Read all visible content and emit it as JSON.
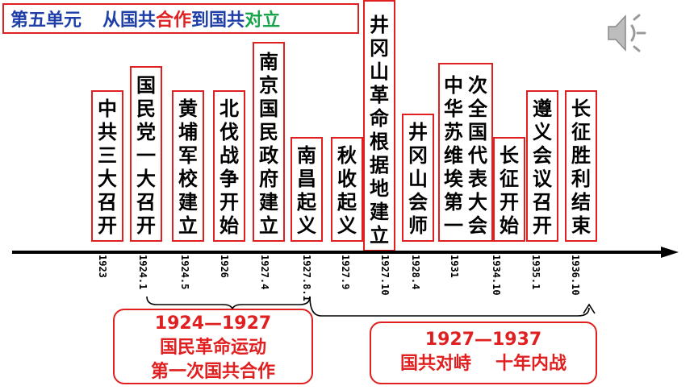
{
  "title": {
    "part1": "第五单元",
    "part2": "从国共",
    "part3": "合作",
    "part4": "到国共",
    "part5": "对立"
  },
  "icon": "speaker-icon",
  "colors": {
    "red": "#e02020",
    "blue": "#1f3fa8",
    "green": "#17a34a"
  },
  "events": [
    {
      "id": "e1",
      "label": "中共三大召开",
      "date": "1923"
    },
    {
      "id": "e2",
      "label": "国民党一大召开",
      "date": "1924.1"
    },
    {
      "id": "e3",
      "label": "黄埔军校建立",
      "date": "1924.5"
    },
    {
      "id": "e4",
      "label": "北伐战争开始",
      "date": "1926"
    },
    {
      "id": "e5",
      "label": "南京国民政府建立",
      "date": "1927.4"
    },
    {
      "id": "e6",
      "label": "南昌起义",
      "date": "1927.8.1"
    },
    {
      "id": "e7",
      "label": "秋收起义",
      "date": "1927.9"
    },
    {
      "id": "e8",
      "label": "井冈山革命根据地建立",
      "date": "1927.10"
    },
    {
      "id": "e9",
      "label": "井冈山会师",
      "date": "1928.4"
    },
    {
      "id": "e10",
      "label": "中华苏维埃第一次全国代表大会",
      "date": "1931"
    },
    {
      "id": "e11",
      "label": "长征开始",
      "date": "1934.10"
    },
    {
      "id": "e12",
      "label": "遵义会议召开",
      "date": "1935.1"
    },
    {
      "id": "e13",
      "label": "长征胜利结束",
      "date": "1936.10"
    }
  ],
  "periods": [
    {
      "range": "1924—1927",
      "line1": "国民革命运动",
      "line2": "第一次国共合作"
    },
    {
      "range": "1927—1937",
      "line1": "国共对峙",
      "line2": "十年内战"
    }
  ]
}
